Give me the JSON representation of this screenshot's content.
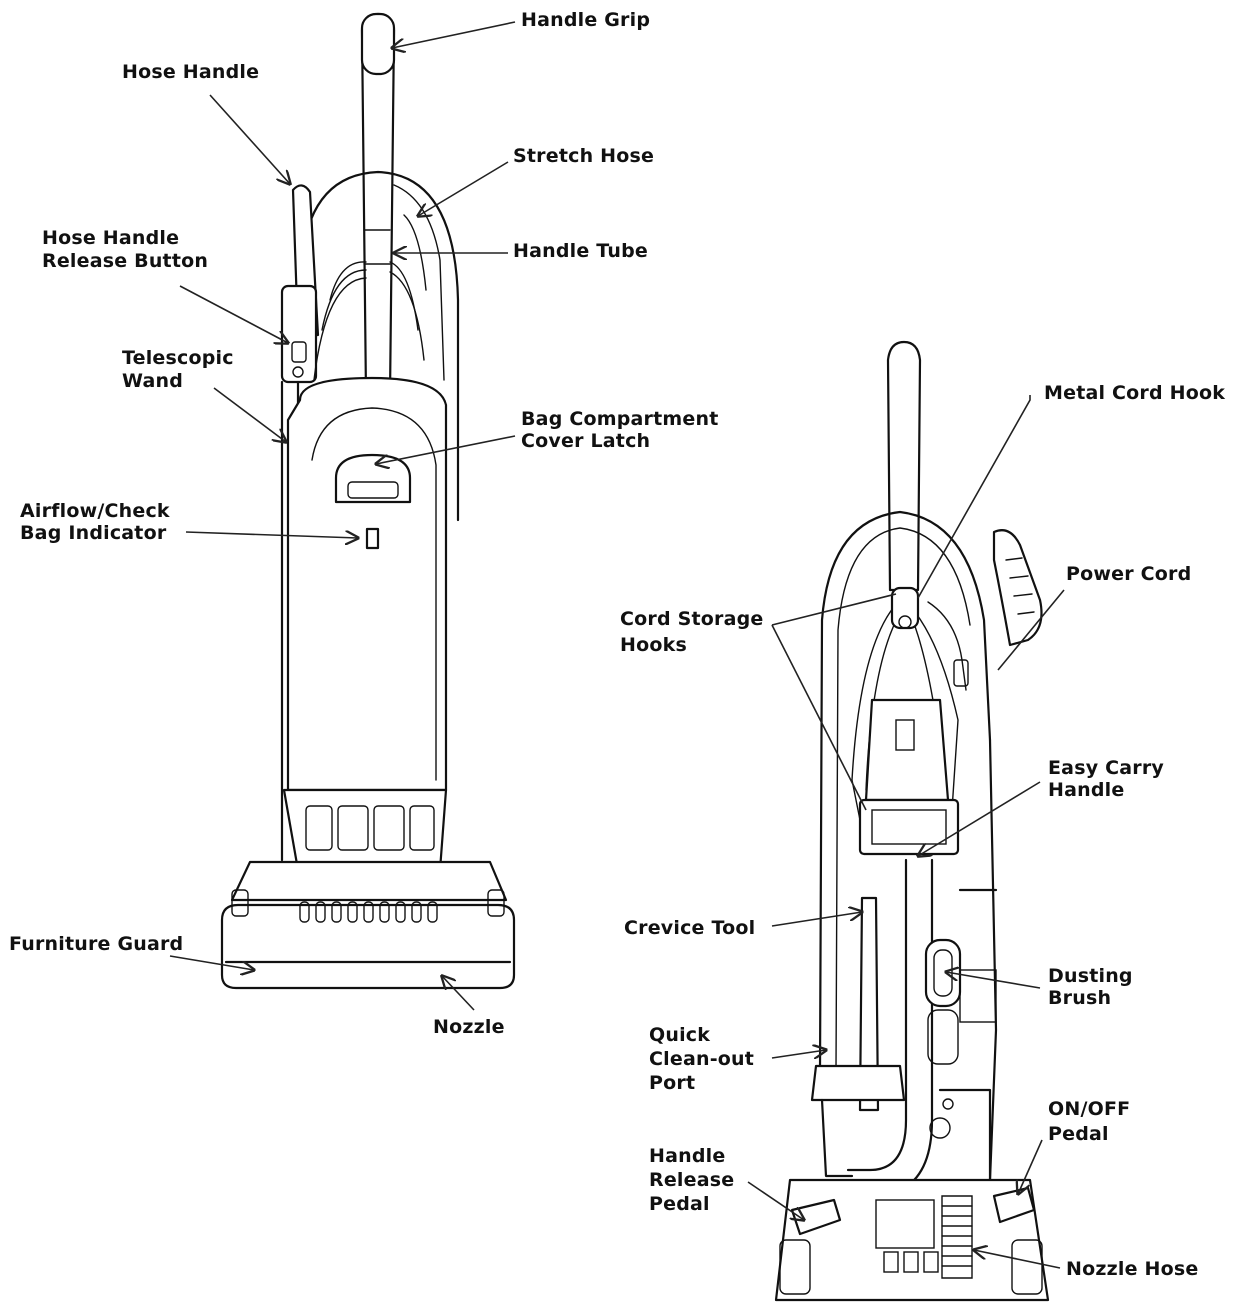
{
  "labels": {
    "handle_grip": "Handle Grip",
    "hose_handle": "Hose Handle",
    "stretch_hose": "Stretch Hose",
    "hose_handle_release_button": [
      "Hose Handle",
      "Release Button"
    ],
    "handle_tube": "Handle Tube",
    "telescopic_wand": [
      "Telescopic",
      "Wand"
    ],
    "bag_compartment_cover_latch": [
      "Bag Compartment",
      "Cover Latch"
    ],
    "airflow_check_bag_indicator": [
      "Airflow/Check",
      "Bag Indicator"
    ],
    "furniture_guard": "Furniture Guard",
    "nozzle": "Nozzle",
    "metal_cord_hook": "Metal Cord Hook",
    "power_cord": "Power Cord",
    "cord_storage_hooks": [
      "Cord Storage",
      "Hooks"
    ],
    "easy_carry_handle": [
      "Easy Carry",
      "Handle"
    ],
    "crevice_tool": "Crevice Tool",
    "dusting_brush": [
      "Dusting",
      "Brush"
    ],
    "quick_clean_out_port": [
      "Quick",
      "Clean-out",
      "Port"
    ],
    "on_off_pedal": [
      "ON/OFF",
      "Pedal"
    ],
    "handle_release_pedal": [
      "Handle",
      "Release",
      "Pedal"
    ],
    "nozzle_hose": "Nozzle Hose"
  },
  "colors": {
    "ink": "#111111",
    "background": "#ffffff"
  }
}
